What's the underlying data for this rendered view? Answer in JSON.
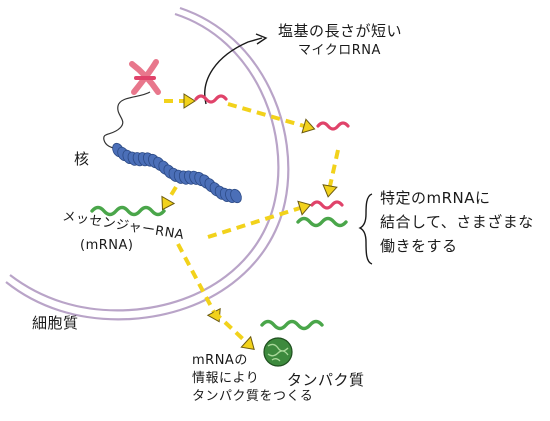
{
  "labels": {
    "microrna_line1": "塩基の長さが短い",
    "microrna_line2": "マイクロRNA",
    "nucleus": "核",
    "messenger_rna": "メッセンジャーRNA",
    "messenger_rna_abbr": "(mRNA)",
    "function_line1": "特定のmRNAに",
    "function_line2": "結合して、さまざまな",
    "function_line3": "働きをする",
    "cytoplasm": "細胞質",
    "mrna_info_line1": "mRNAの",
    "mrna_info_line2": "情報により",
    "mrna_info_line3": "タンパク質をつくる",
    "protein": "タンパク質"
  },
  "colors": {
    "membrane": "#b9a4c8",
    "microrna": "#e0436a",
    "chromosome": "#e8778c",
    "dna": "#4b6fb8",
    "mrna": "#4aa64a",
    "arrow": "#f2d21b",
    "arrow_outline": "#6b5a10",
    "protein": "#3d8a3d",
    "ink": "#1a1a1a"
  }
}
